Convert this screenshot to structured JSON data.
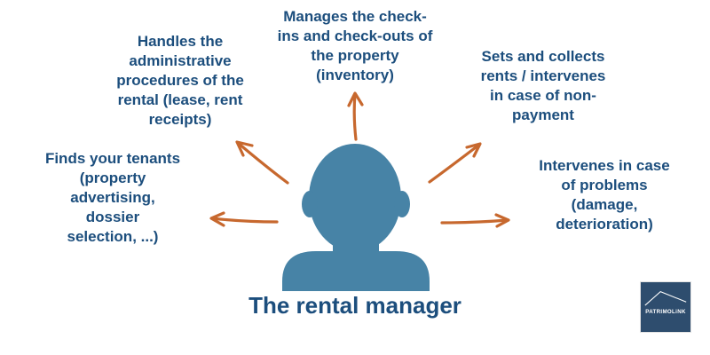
{
  "diagram": {
    "title": "The rental manager",
    "labels": {
      "top_center": "Manages the check-\nins and check-outs of\nthe property\n(inventory)",
      "top_left": "Handles the\nadministrative\nprocedures of the\nrental (lease, rent\nreceipts)",
      "left": "Finds your tenants\n(property\nadvertising,\ndossier\nselection, ...)",
      "top_right": "Sets and collects\nrents / intervenes\nin case of non-\npayment",
      "right": "Intervenes in case\nof problems\n(damage,\ndeterioration)"
    },
    "center_icon": "person-bust-icon",
    "arrows": [
      "arrow-up",
      "arrow-up-left",
      "arrow-left",
      "arrow-up-right",
      "arrow-right"
    ],
    "logo": {
      "text": "PATRIMOLiNK"
    },
    "colors": {
      "text_navy": "#1c4e7d",
      "figure_blue": "#4783a6",
      "arrow_orange": "#c7682e",
      "logo_background": "#2e4d6e"
    }
  }
}
